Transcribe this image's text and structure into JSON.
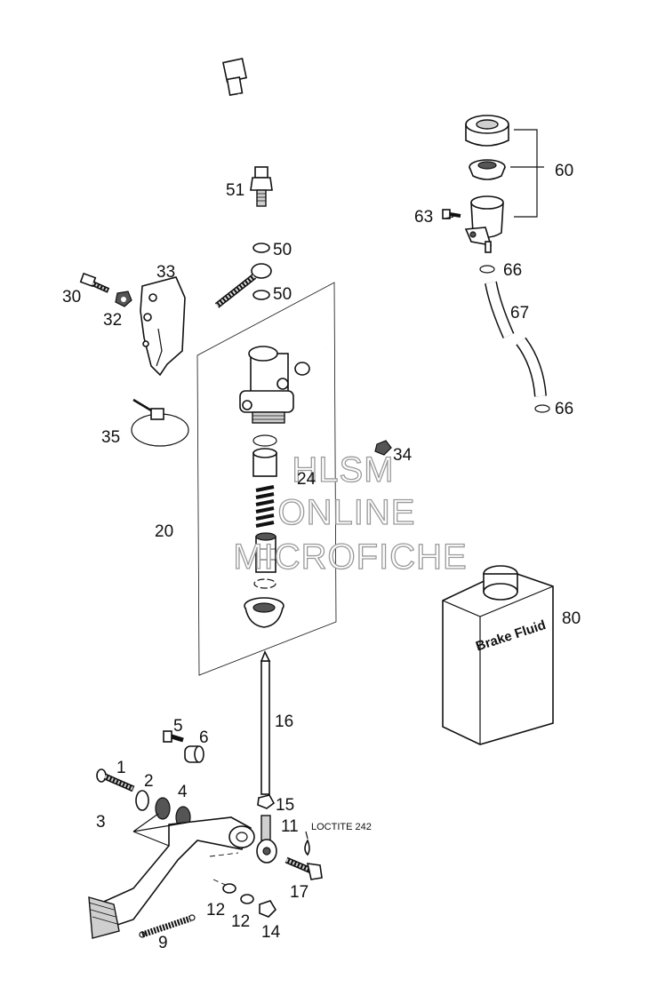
{
  "labels": {
    "p1": "1",
    "p2": "2",
    "p3": "3",
    "p4": "4",
    "p5": "5",
    "p6": "6",
    "p9": "9",
    "p11": "11",
    "p12a": "12",
    "p12b": "12",
    "p14": "14",
    "p15": "15",
    "p16": "16",
    "p17": "17",
    "p20": "20",
    "p24": "24",
    "p30": "30",
    "p32": "32",
    "p33": "33",
    "p34": "34",
    "p35": "35",
    "p50a": "50",
    "p50b": "50",
    "p51": "51",
    "p60": "60",
    "p63": "63",
    "p66a": "66",
    "p66b": "66",
    "p67": "67",
    "p80": "80"
  },
  "annotations": {
    "loctite": "LOCTITE 242",
    "bottle": "Brake Fluid"
  },
  "watermark": {
    "line1": "HLSM",
    "line2": "ONLINE",
    "line3": "MICROFICHE"
  }
}
